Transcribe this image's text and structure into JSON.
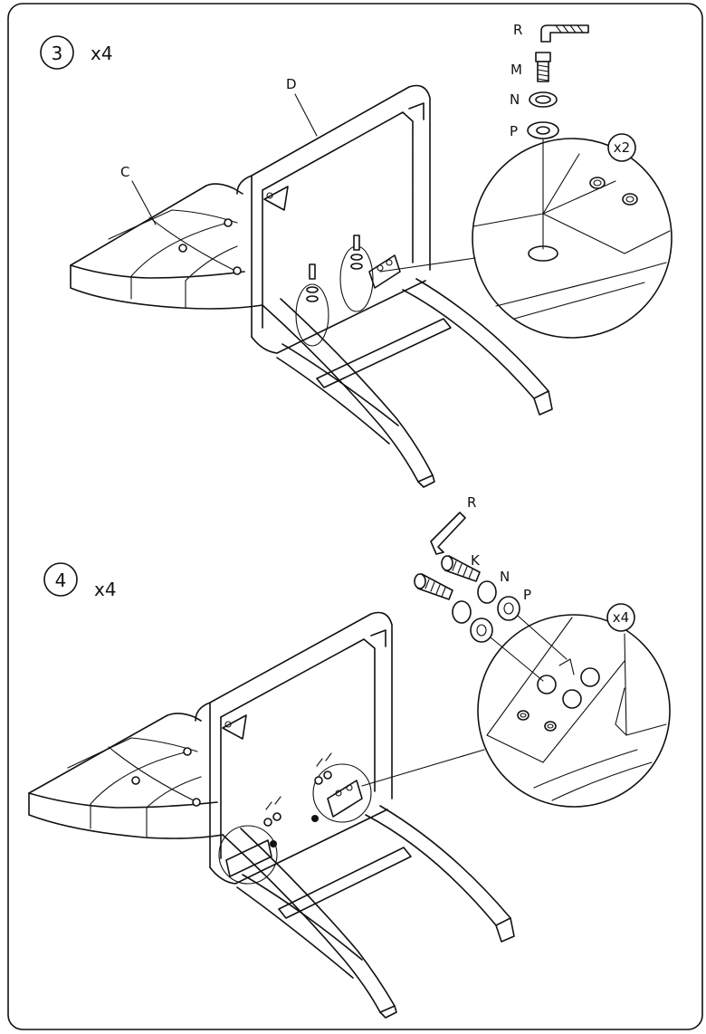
{
  "step3": {
    "number": "3",
    "multiplier": "x4"
  },
  "step4": {
    "number": "4",
    "multiplier": "x4"
  },
  "labels": {
    "seat": "C",
    "backrest": "D",
    "allen_key": "R",
    "bolt_m": "M",
    "spring_washer": "N",
    "flat_washer": "P",
    "bolt_k": "K"
  },
  "detail3_qty": "x2",
  "detail4_qty": "x4",
  "stroke_color": "#111111",
  "background_color": "#ffffff"
}
